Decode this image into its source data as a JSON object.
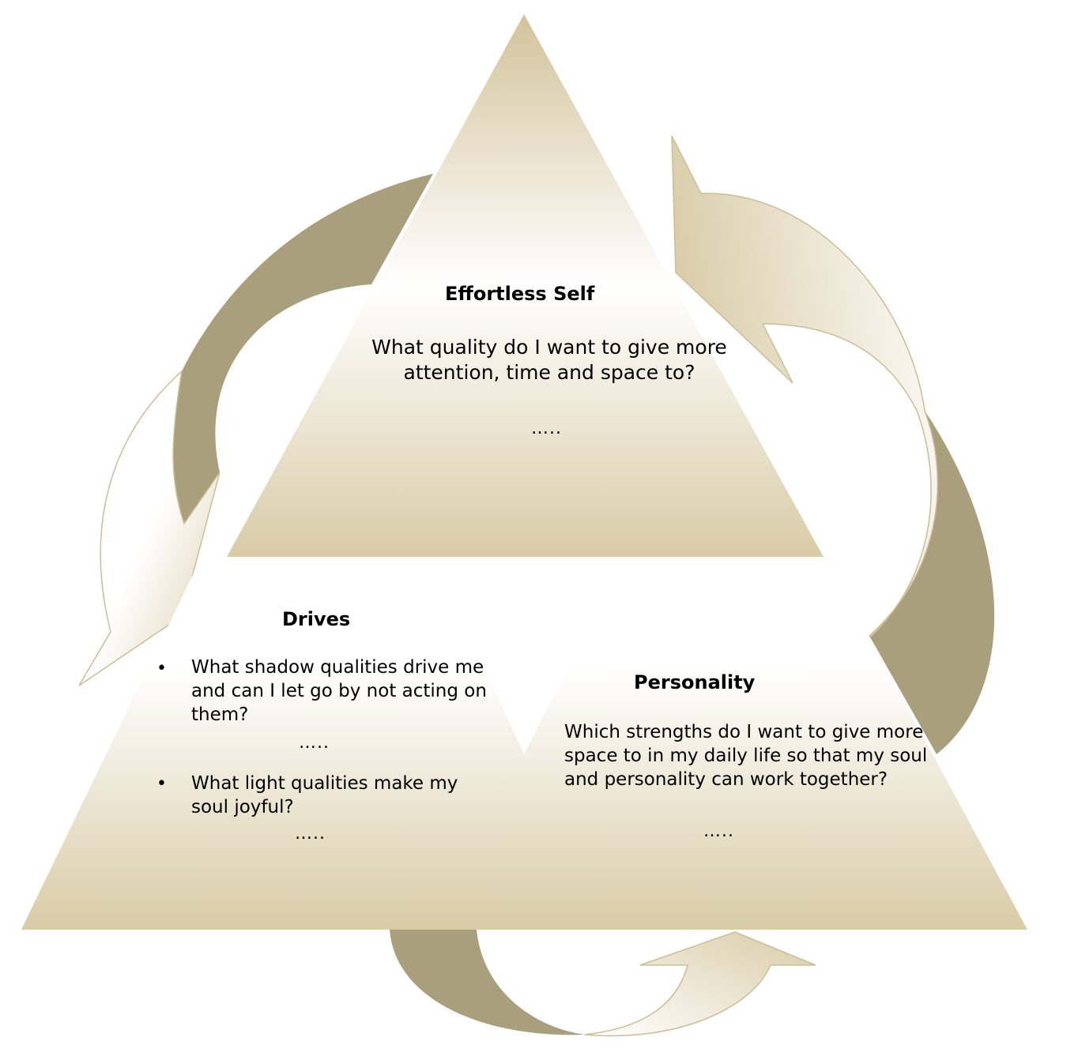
{
  "colors": {
    "tan": "#d8cba6",
    "dark": "#a99f7d",
    "white": "#ffffff",
    "stroke": "#cbbd95"
  },
  "effortless": {
    "title": "Effortless Self",
    "question": "What quality do I want to give more attention, time and space to?",
    "dots": "….."
  },
  "drives": {
    "title": "Drives",
    "items": [
      {
        "bullet": "•",
        "text": "What shadow qualities drive me and can I let go by not acting on them?",
        "dots": "….."
      },
      {
        "bullet": "•",
        "text": "What light qualities make my soul joyful?",
        "dots": "….."
      }
    ]
  },
  "personality": {
    "title": "Personality",
    "question": "Which strengths do I want to give more space to in my daily life so that my soul and personality can work together?",
    "dots": "….."
  }
}
